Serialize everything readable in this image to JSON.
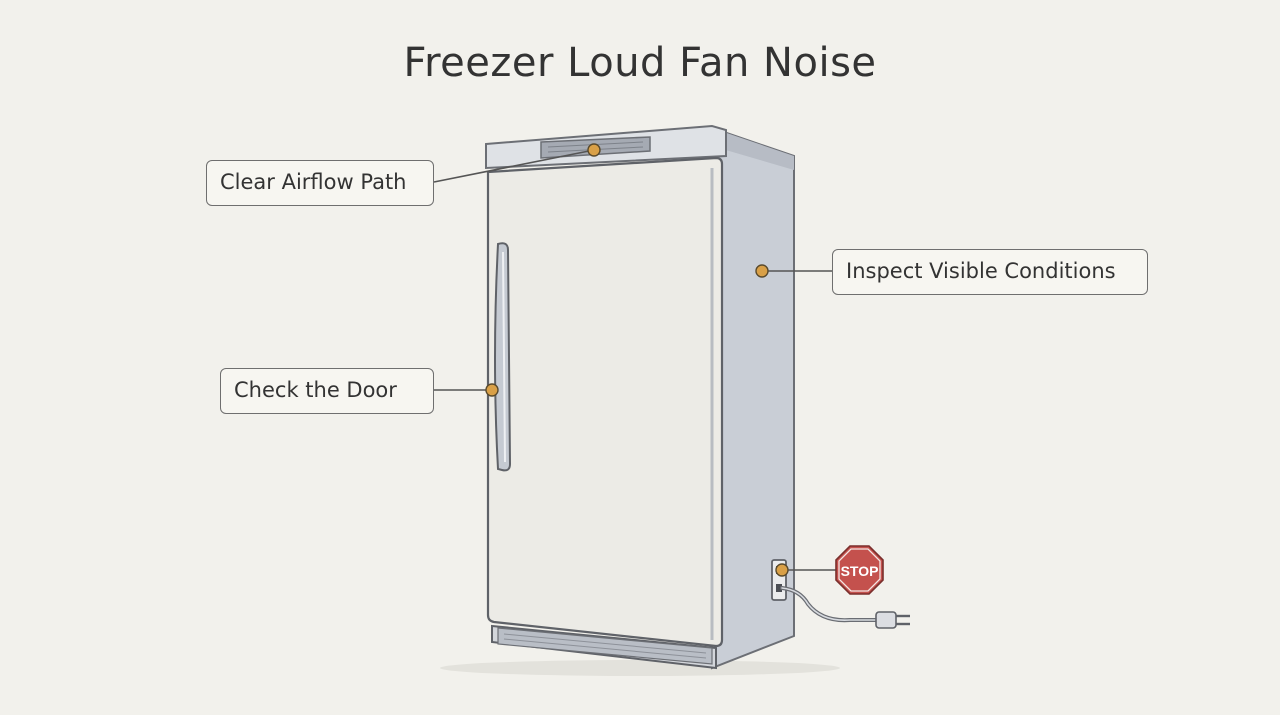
{
  "title": "Freezer Loud Fan Noise",
  "callouts": {
    "airflow": "Clear Airflow Path",
    "door": "Check the Door",
    "inspect": "Inspect Visible Conditions"
  },
  "stop_sign": {
    "label": "STOP",
    "color": "#c4514d"
  },
  "colors": {
    "background": "#f2f1ec",
    "freezer_body": "#ecebe6",
    "freezer_side": "#c9ced6",
    "marker": "#d9a047",
    "text": "#333333"
  }
}
